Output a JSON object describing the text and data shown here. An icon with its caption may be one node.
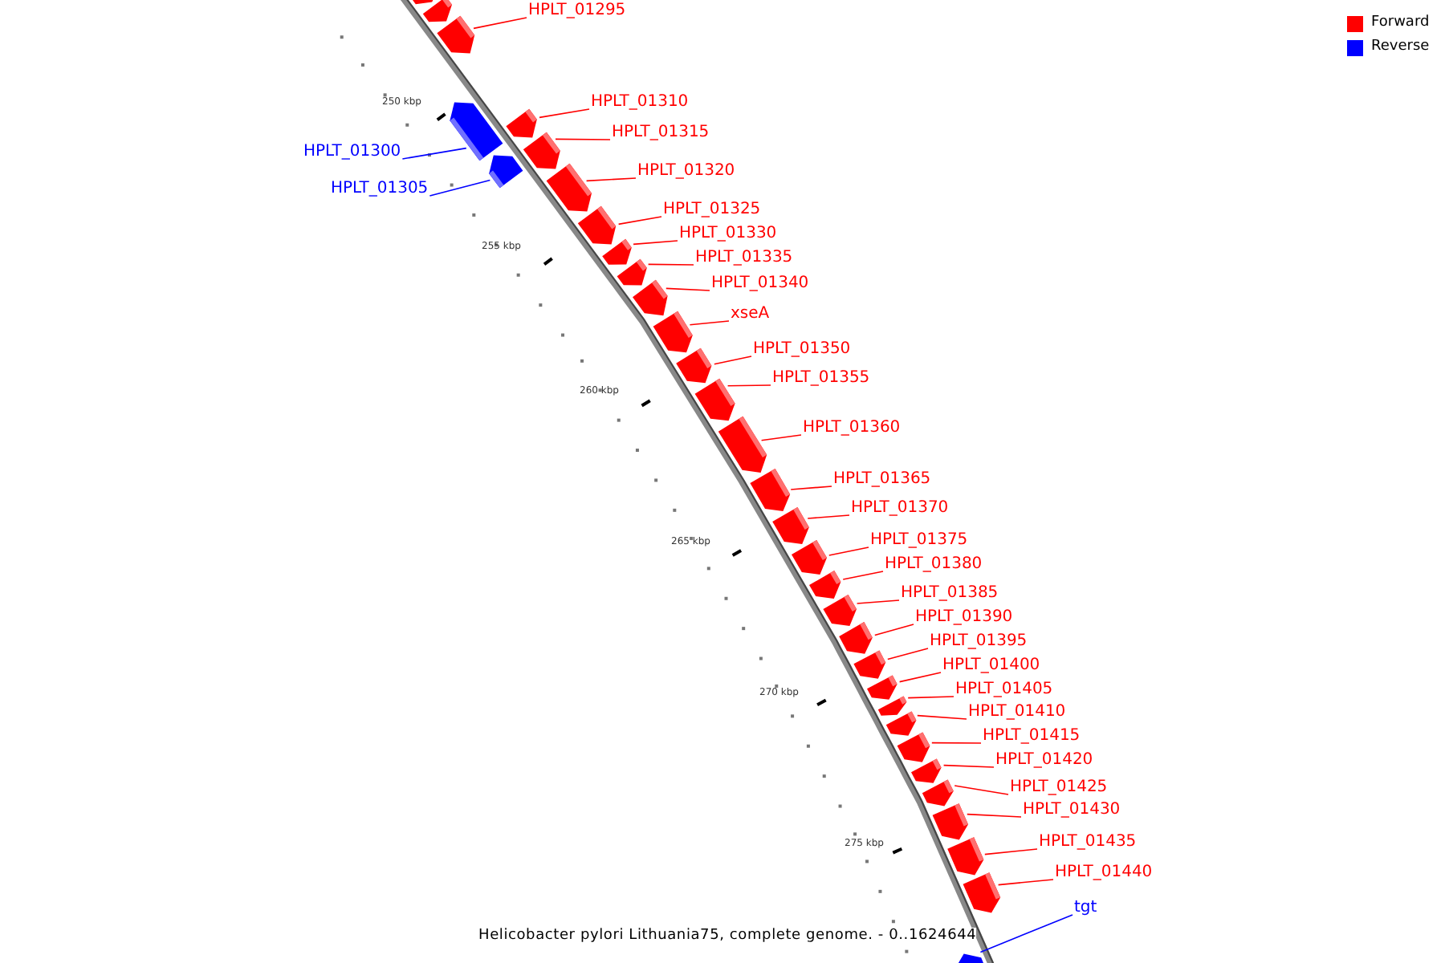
{
  "diagram": {
    "caption": "Helicobacter pylori Lithuania75, complete genome. - 0..1624644",
    "nodes": [
      {
        "text": [
          "HPLT_01295"
        ]
      },
      {
        "text": [
          "HPLT_01300"
        ]
      },
      {
        "text": [
          "HPLT_01305"
        ]
      },
      {
        "text": [
          "HPLT_01310"
        ]
      },
      {
        "text": [
          "HPLT_01315"
        ]
      },
      {
        "text": [
          "HPLT_01320"
        ]
      },
      {
        "text": [
          "HPLT_01325"
        ]
      },
      {
        "text": [
          "HPLT_01330"
        ]
      },
      {
        "text": [
          "HPLT_01335"
        ]
      },
      {
        "text": [
          "HPLT_01340"
        ]
      },
      {
        "text": [
          "xseA"
        ]
      },
      {
        "text": [
          "HPLT_01350"
        ]
      },
      {
        "text": [
          "HPLT_01355"
        ]
      },
      {
        "text": [
          "HPLT_01360"
        ]
      },
      {
        "text": [
          "HPLT_01365"
        ]
      },
      {
        "text": [
          "HPLT_01370"
        ]
      },
      {
        "text": [
          "HPLT_01375"
        ]
      },
      {
        "text": [
          "HPLT_01380"
        ]
      },
      {
        "text": [
          "HPLT_01385"
        ]
      },
      {
        "text": [
          "HPLT_01390"
        ]
      },
      {
        "text": [
          "HPLT_01395"
        ]
      },
      {
        "text": [
          "HPLT_01400"
        ]
      },
      {
        "text": [
          "HPLT_01405"
        ]
      },
      {
        "text": [
          "HPLT_01410"
        ]
      },
      {
        "text": [
          "HPLT_01415"
        ]
      },
      {
        "text": [
          "HPLT_01420"
        ]
      },
      {
        "text": [
          "HPLT_01425"
        ]
      },
      {
        "text": [
          "HPLT_01430"
        ]
      },
      {
        "text": [
          "HPLT_01435"
        ]
      },
      {
        "text": [
          "HPLT_01440"
        ]
      },
      {
        "text": [
          "tgt"
        ]
      },
      {
        "text": [],
        "shape": "bar"
      },
      {
        "text": [],
        "shape": "bar"
      },
      {
        "text": [],
        "shape": "bar"
      },
      {
        "text": [],
        "shape": "bar"
      },
      {
        "text": [],
        "shape": "bar"
      },
      {
        "text": [],
        "shape": "bar"
      },
      {
        "text": [],
        "shape": "bar"
      },
      {
        "text": [],
        "shape": "bar"
      },
      {
        "text": [],
        "shape": "bar"
      },
      {
        "text": [],
        "shape": "bar"
      },
      {
        "text": [],
        "shape": "bar"
      },
      {
        "text": [],
        "shape": "bar"
      },
      {
        "text": [],
        "shape": "bar"
      },
      {
        "text": [],
        "shape": "bar"
      },
      {
        "text": [],
        "shape": "bar"
      },
      {
        "text": [],
        "shape": "bar"
      },
      {
        "text": [],
        "shape": "bar"
      },
      {
        "text": [],
        "shape": "bar"
      },
      {
        "text": [],
        "shape": "bar"
      },
      {
        "text": [],
        "shape": "bar"
      },
      {
        "text": [],
        "shape": "bar"
      },
      {
        "text": [],
        "shape": "bar"
      },
      {
        "text": [],
        "shape": "bar"
      },
      {
        "text": [],
        "shape": "bar"
      },
      {
        "text": [],
        "shape": "bar"
      },
      {
        "text": [],
        "shape": "bar"
      },
      {
        "text": [],
        "shape": "bar"
      },
      {
        "text": [],
        "shape": "bar"
      },
      {
        "text": [],
        "shape": "bar"
      },
      {
        "text": [],
        "shape": "bar"
      },
      {
        "text": [],
        "shape": "bar"
      },
      {
        "text": [],
        "shape": "bar"
      },
      {
        "text": [],
        "shape": "bar"
      }
    ],
    "edges": [
      {
        "from": 0,
        "to": 33,
        "arrow": "none"
      },
      {
        "from": 1,
        "to": 34,
        "arrow": "none",
        "color": "#0000ff"
      },
      {
        "from": 2,
        "to": 36,
        "arrow": "none",
        "color": "#0000ff"
      },
      {
        "from": 3,
        "to": 35,
        "arrow": "none"
      },
      {
        "from": 4,
        "to": 37,
        "arrow": "none"
      },
      {
        "from": 5,
        "to": 38,
        "arrow": "none"
      },
      {
        "from": 6,
        "to": 39,
        "arrow": "none"
      },
      {
        "from": 7,
        "to": 40,
        "arrow": "none"
      },
      {
        "from": 8,
        "to": 41,
        "arrow": "none"
      },
      {
        "from": 9,
        "to": 42,
        "arrow": "none"
      },
      {
        "from": 10,
        "to": 43,
        "arrow": "none"
      },
      {
        "from": 11,
        "to": 44,
        "arrow": "none"
      },
      {
        "from": 12,
        "to": 45,
        "arrow": "none"
      },
      {
        "from": 13,
        "to": 46,
        "arrow": "none"
      },
      {
        "from": 14,
        "to": 47,
        "arrow": "none"
      },
      {
        "from": 15,
        "to": 48,
        "arrow": "none"
      },
      {
        "from": 16,
        "to": 49,
        "arrow": "none"
      },
      {
        "from": 17,
        "to": 50,
        "arrow": "none"
      },
      {
        "from": 18,
        "to": 51,
        "arrow": "none"
      },
      {
        "from": 19,
        "to": 52,
        "arrow": "none"
      },
      {
        "from": 20,
        "to": 53,
        "arrow": "none"
      },
      {
        "from": 21,
        "to": 54,
        "arrow": "none"
      },
      {
        "from": 22,
        "to": 55,
        "arrow": "none"
      },
      {
        "from": 23,
        "to": 56,
        "arrow": "none"
      },
      {
        "from": 24,
        "to": 57,
        "arrow": "none"
      },
      {
        "from": 25,
        "to": 58,
        "arrow": "none"
      },
      {
        "from": 26,
        "to": 59,
        "arrow": "none"
      },
      {
        "from": 27,
        "to": 60,
        "arrow": "none"
      },
      {
        "from": 28,
        "to": 61,
        "arrow": "none"
      },
      {
        "from": 29,
        "to": 62,
        "arrow": "none"
      },
      {
        "from": 30,
        "to": 63,
        "arrow": "none",
        "color": "#0000ff"
      }
    ],
    "labels": [
      "250 kbp",
      "255 kbp",
      "260 kbp",
      "265 kbp",
      "270 kbp",
      "275 kbp"
    ],
    "legend": [
      {
        "text": "Forward",
        "color": "#ff0000"
      },
      {
        "text": "Reverse",
        "color": "#0000ff"
      }
    ]
  }
}
